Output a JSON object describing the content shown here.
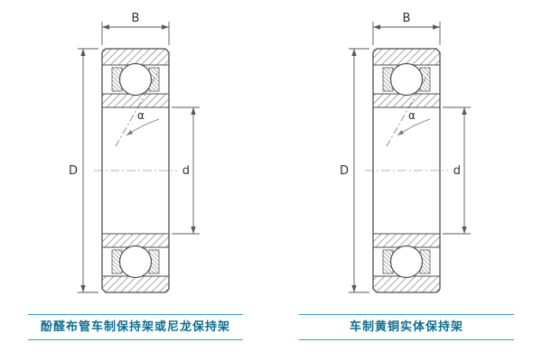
{
  "colors": {
    "caption_text": "#0e6f92",
    "caption_rule": "#2f9fba",
    "drawing_line": "#4d4d4d",
    "dimension_line": "#5a5a5a",
    "background": "#ffffff"
  },
  "diagrams": [
    {
      "caption": "酚醛布管车制保持架或尼龙保持架",
      "labels": {
        "width": "B",
        "outer_diameter": "D",
        "bore": "d",
        "contact_angle": "α"
      }
    },
    {
      "caption": "车制黄铜实体保持架",
      "labels": {
        "width": "B",
        "outer_diameter": "D",
        "bore": "d",
        "contact_angle": "α"
      }
    }
  ]
}
